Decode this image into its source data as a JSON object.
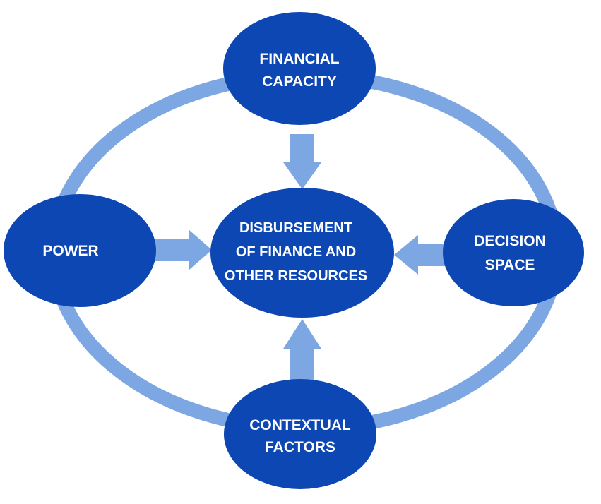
{
  "colors": {
    "ring": "#7da7e2",
    "arrow": "#7da7e2",
    "node": "#0d47b4",
    "node_text": "#ffffff",
    "background": "#ffffff"
  },
  "nodes": {
    "financial_capacity": {
      "line1": "FINANCIAL",
      "line2": "CAPACITY"
    },
    "power": {
      "label": "POWER"
    },
    "center": {
      "line1": "DISBURSEMENT",
      "line2": "OF FINANCE AND",
      "line3": "OTHER RESOURCES"
    },
    "decision_space": {
      "line1": "DECISION",
      "line2": "SPACE"
    },
    "contextual_factors": {
      "line1": "CONTEXTUAL",
      "line2": "FACTORS"
    }
  }
}
